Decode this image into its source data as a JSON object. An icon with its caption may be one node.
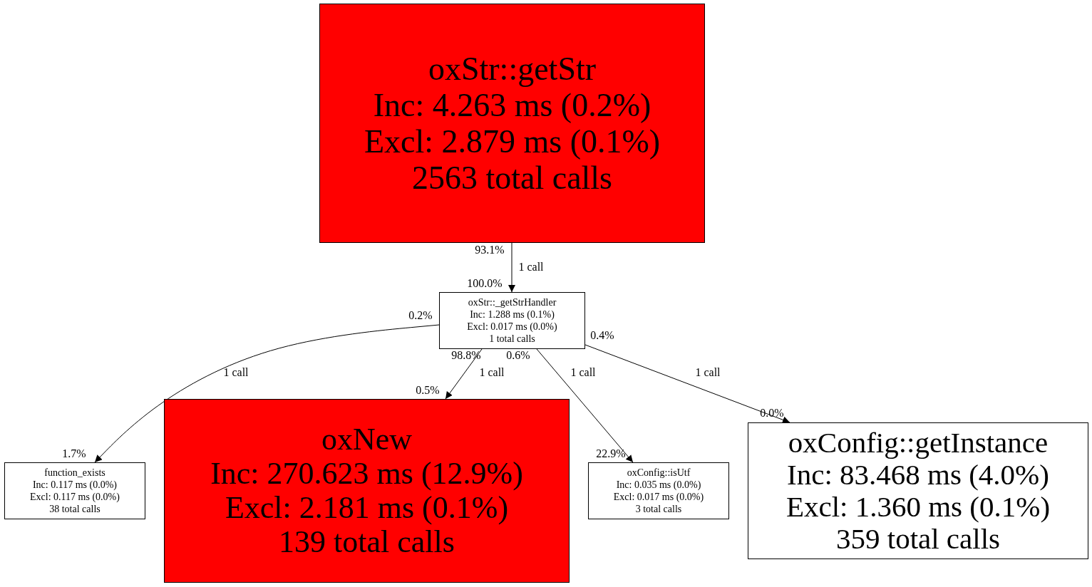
{
  "diagram": {
    "nodes": [
      {
        "text": [
          "oxStr::getStr",
          "Inc: 4.263 ms (0.2%)",
          "Excl: 2.879 ms (0.1%)",
          "2563 total calls"
        ]
      },
      {
        "text": [
          "oxStr::_getStrHandler",
          "Inc: 1.288 ms (0.1%)",
          "Excl: 0.017 ms (0.0%)",
          "1 total calls"
        ]
      },
      {
        "text": [
          "function_exists",
          "Inc: 0.117 ms (0.0%)",
          "Excl: 0.117 ms (0.0%)",
          "38 total calls"
        ]
      },
      {
        "text": [
          "oxNew",
          "Inc: 270.623 ms (12.9%)",
          "Excl: 2.181 ms (0.1%)",
          "139 total calls"
        ]
      },
      {
        "text": [
          "oxConfig::isUtf",
          "Inc: 0.035 ms (0.0%)",
          "Excl: 0.017 ms (0.0%)",
          "3 total calls"
        ]
      },
      {
        "text": [
          "oxConfig::getInstance",
          "Inc: 83.468 ms (4.0%)",
          "Excl: 1.360 ms (0.1%)",
          "359 total calls"
        ]
      }
    ],
    "edges": [
      {
        "from": 0,
        "to": 1,
        "arrow": "to",
        "label": "1 call"
      },
      {
        "from": 1,
        "to": 2,
        "arrow": "to",
        "label": "1 call"
      },
      {
        "from": 1,
        "to": 3,
        "arrow": "to",
        "label": "1 call"
      },
      {
        "from": 1,
        "to": 4,
        "arrow": "to",
        "label": "1 call"
      },
      {
        "from": 1,
        "to": 5,
        "arrow": "to",
        "label": "1 call"
      }
    ],
    "labels": [
      "93.1%",
      "100.0%",
      "0.2%",
      "0.4%",
      "98.8%",
      "0.6%",
      "0.5%",
      "0.0%",
      "1.7%",
      "22.9%"
    ]
  }
}
